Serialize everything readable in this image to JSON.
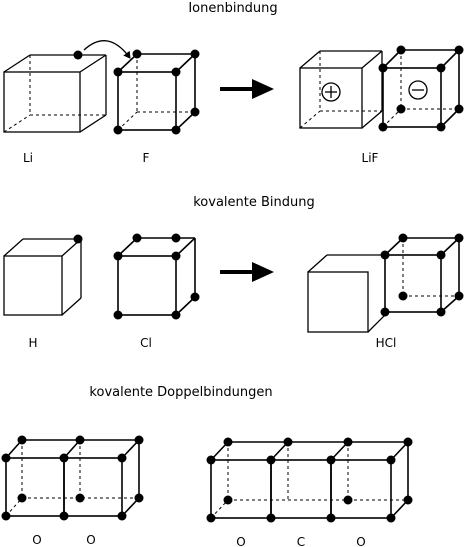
{
  "sections": {
    "ionic": {
      "title": "Ionenbindung",
      "labels": {
        "left": "Li",
        "middle": "F",
        "right": "LiF"
      },
      "charges": {
        "positive": "+",
        "negative": "−"
      }
    },
    "covalent": {
      "title": "kovalente Bindung",
      "labels": {
        "left": "H",
        "middle": "Cl",
        "right": "HCl"
      }
    },
    "double": {
      "title": "kovalente Doppelbindungen",
      "labels": {
        "o2_first": "O",
        "o2_second": "O",
        "co2_o1": "O",
        "co2_c": "C",
        "co2_o2": "O"
      }
    }
  },
  "colors": {
    "ink": "#000000",
    "background": "#ffffff"
  }
}
